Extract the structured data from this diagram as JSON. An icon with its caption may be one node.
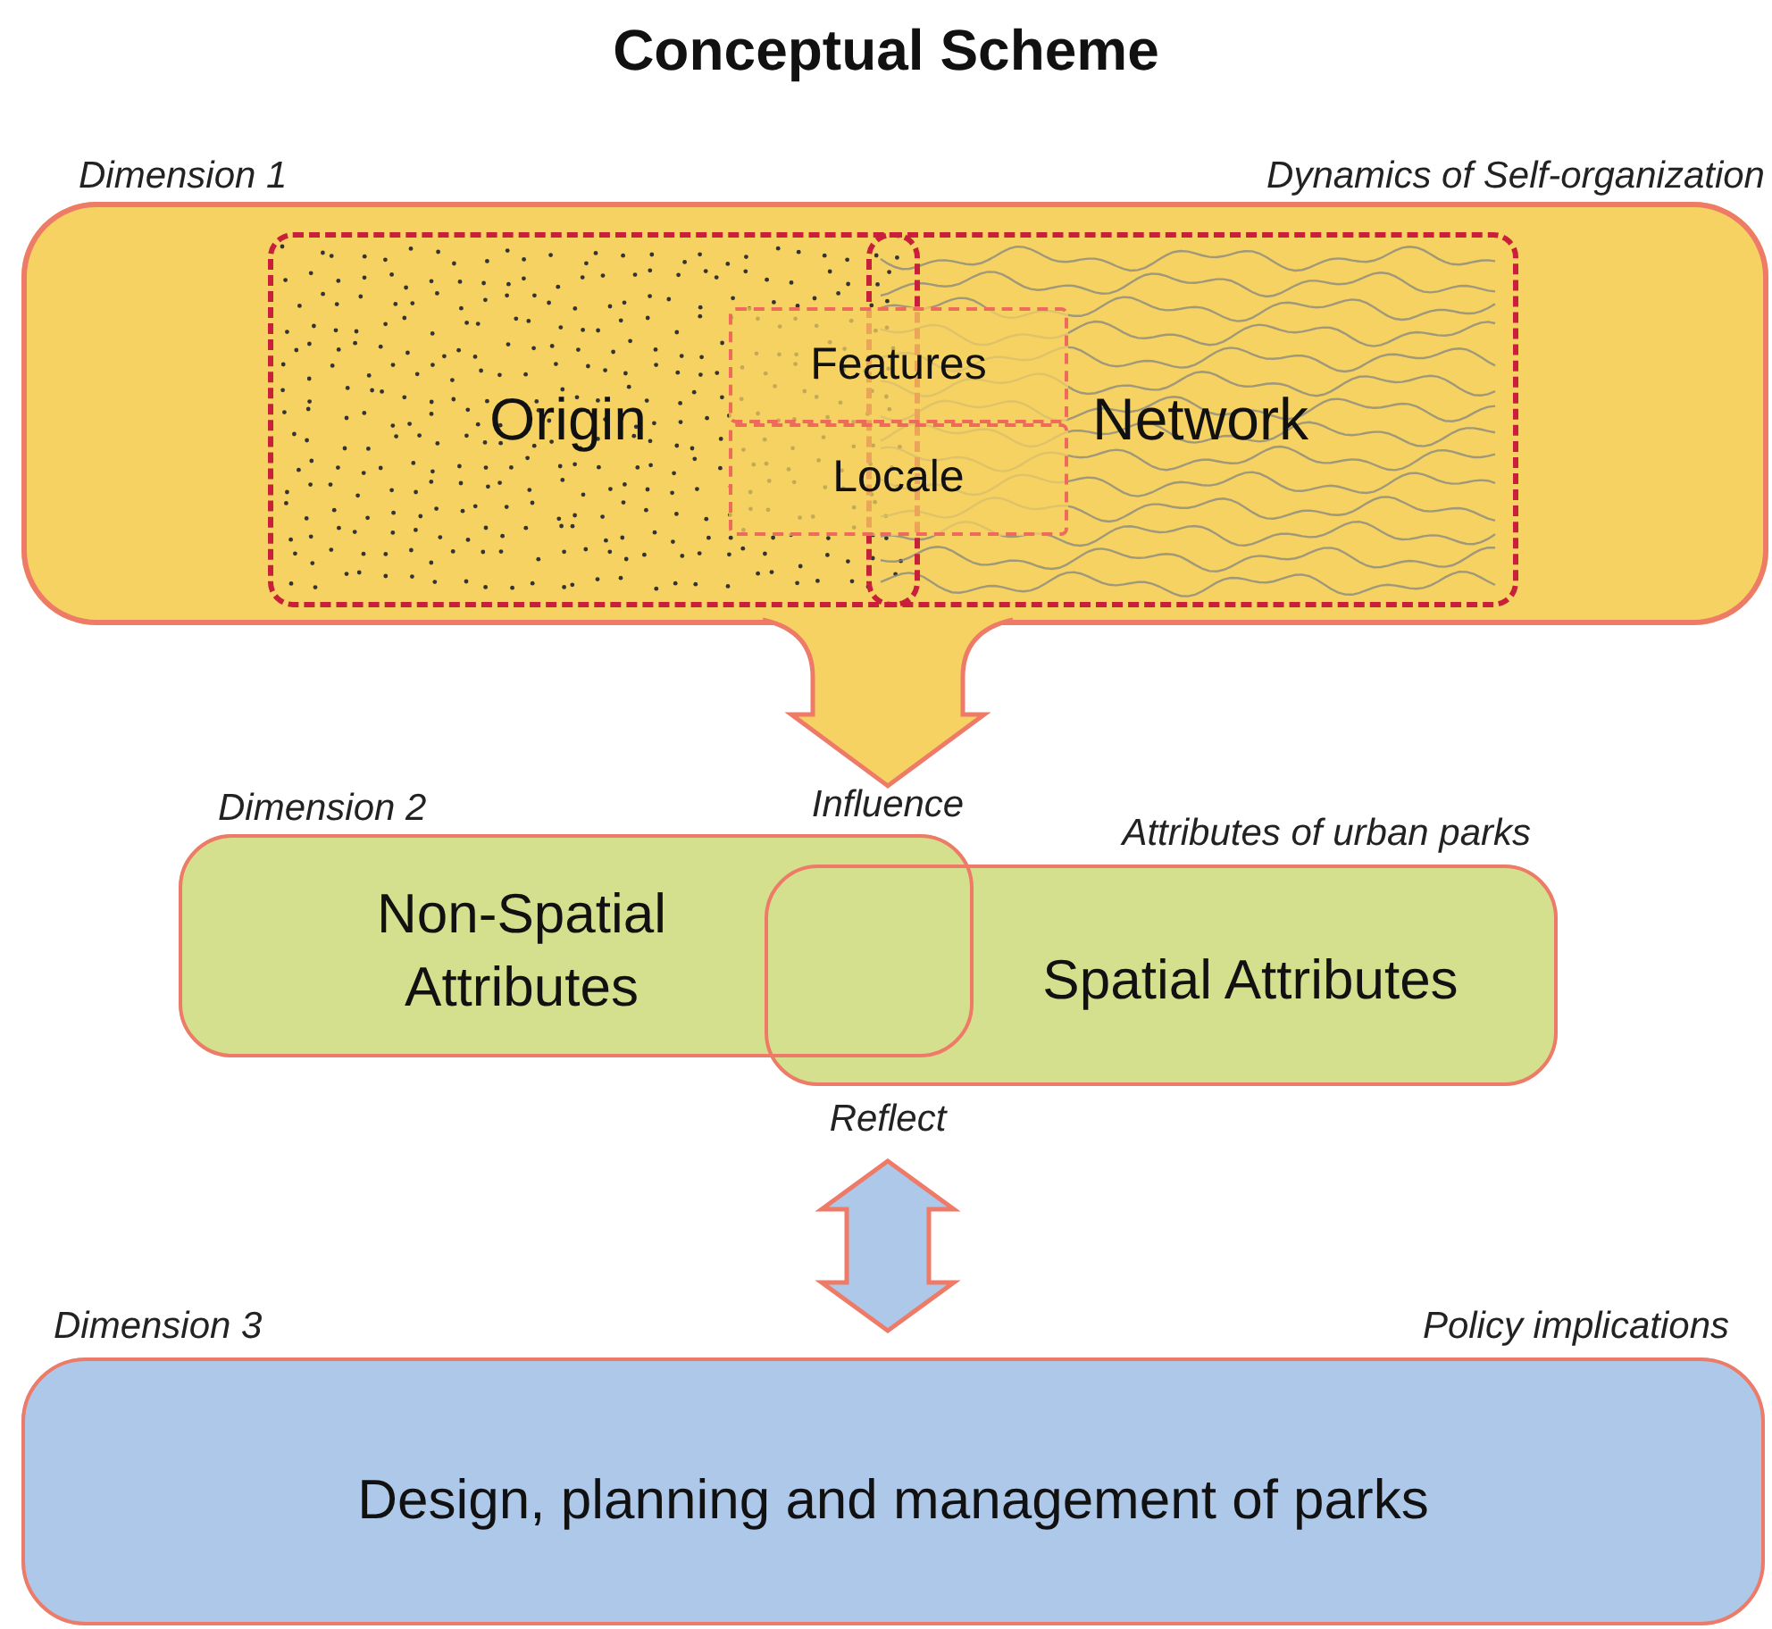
{
  "diagram": {
    "title": "Conceptual Scheme",
    "nodes": [
      {
        "text": [
          "Dimension 1",
          "Dynamics of Self-organization"
        ]
      },
      {
        "text": [
          "Origin"
        ],
        "in": 0
      },
      {
        "text": [
          "Network"
        ],
        "in": 0
      },
      {
        "text": [
          "Features"
        ],
        "in": 0
      },
      {
        "text": [
          "Locale"
        ],
        "in": 0
      },
      {
        "text": [
          "Dimension 2",
          "Non-Spatial Attributes"
        ]
      },
      {
        "text": [
          "Attributes of urban parks",
          "Spatial Attributes"
        ]
      },
      {
        "text": [
          "Dimension 3",
          "Policy implications",
          "Design, planning and management of parks"
        ]
      }
    ],
    "edges": [
      {
        "from": 0,
        "to": 5,
        "arrow": "to",
        "label": "Influence"
      },
      {
        "from": 6,
        "to": 7,
        "arrow": "both",
        "label": "Reflect"
      }
    ]
  }
}
